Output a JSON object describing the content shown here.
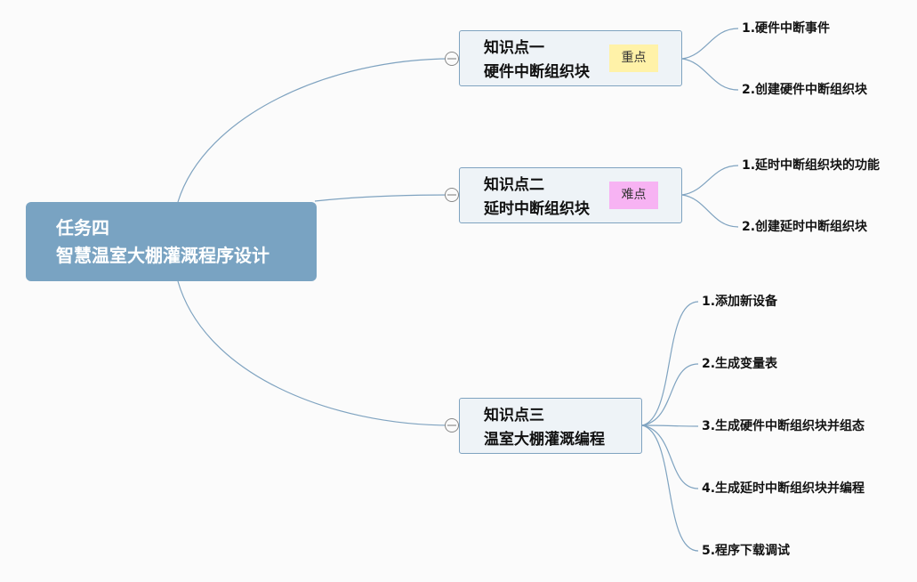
{
  "root": {
    "line1": "任务四",
    "line2": "智慧温室大棚灌溉程序设计"
  },
  "topics": [
    {
      "line1": "知识点一",
      "line2": "硬件中断组织块",
      "tag": {
        "label": "重点",
        "color": "#fff2a8"
      },
      "children": [
        "1.硬件中断事件",
        "2.创建硬件中断组织块"
      ]
    },
    {
      "line1": "知识点二",
      "line2": "延时中断组织块",
      "tag": {
        "label": "难点",
        "color": "#f7b3f3"
      },
      "children": [
        "1.延时中断组织块的功能",
        "2.创建延时中断组织块"
      ]
    },
    {
      "line1": "知识点三",
      "line2": "温室大棚灌溉编程",
      "children": [
        "1.添加新设备",
        "2.生成变量表",
        "3.生成硬件中断组织块并组态",
        "4.生成延时中断组织块并编程",
        "5.程序下载调试"
      ]
    }
  ],
  "colors": {
    "line": "#7fa3c0",
    "root_fill": "#79a3c2",
    "topic_fill": "#eef3f7"
  }
}
